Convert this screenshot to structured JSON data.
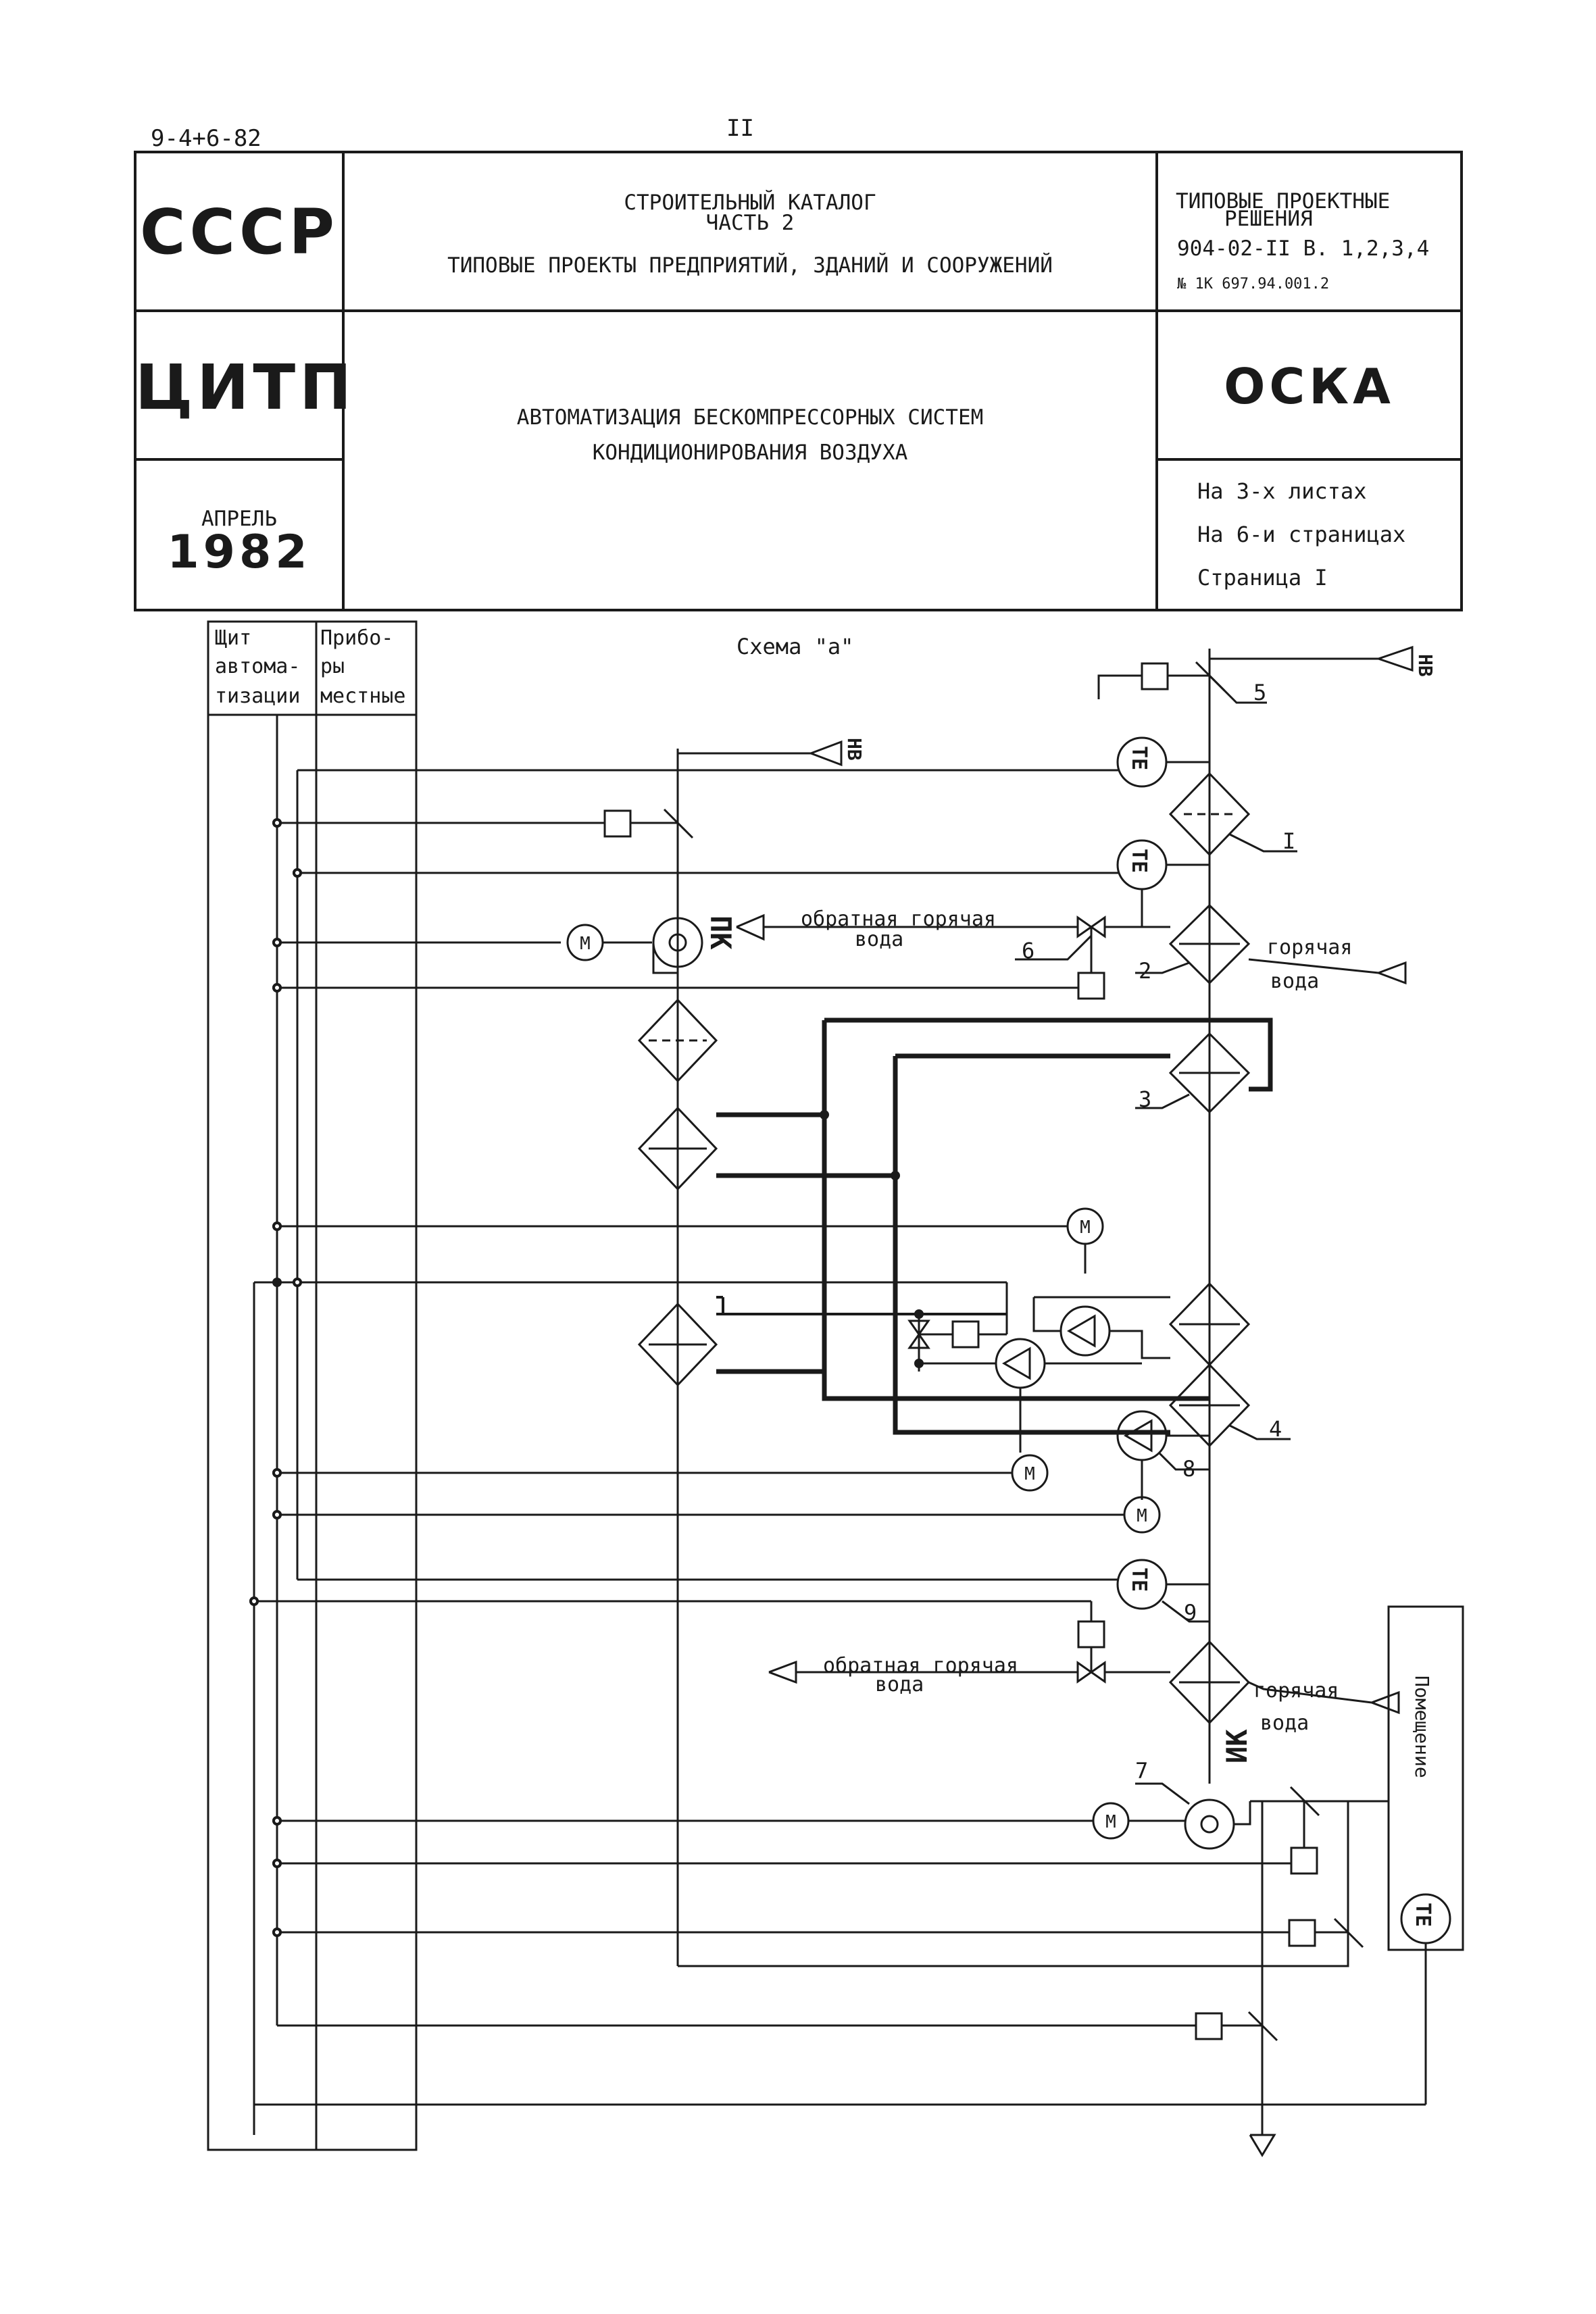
{
  "header": {
    "doc_code": "9-4+6-82",
    "page_number": "II"
  },
  "title_block": {
    "ussr": "СССР",
    "catalog_title": "СТРОИТЕЛЬНЫЙ КАТАЛОГ",
    "catalog_part": "ЧАСТЬ 2",
    "catalog_subtitle": "ТИПОВЫЕ ПРОЕКТЫ ПРЕДПРИЯТИЙ, ЗДАНИЙ И СООРУЖЕНИЙ",
    "typical_solutions_1": "ТИПОВЫЕ ПРОЕКТНЫЕ",
    "typical_solutions_2": "РЕШЕНИЯ",
    "project_code": "904-02-II  В. 1,2,3,4",
    "reg_number": "№ 1К 697.94.001.2",
    "org": "ЦИТП",
    "doc_title_1": "АВТОМАТИЗАЦИЯ  БЕСКОМПРЕССОРНЫХ СИСТЕМ",
    "doc_title_2": "КОНДИЦИОНИРОВАНИЯ ВОЗДУХА",
    "code": "ОСКА",
    "month": "АПРЕЛЬ",
    "year": "1982",
    "sheets": "На 3-х листах",
    "pages": "На 6-и страницах",
    "page": "Страница I"
  },
  "diagram": {
    "col_panel": [
      "Щит",
      "автома-",
      "тизации"
    ],
    "col_local": [
      "Прибо-",
      "ры",
      "местные"
    ],
    "scheme_title": "Схема \"а\"",
    "nv": "НВ",
    "te": "ТЕ",
    "m": "М",
    "pk": "ПК",
    "ik": "ИК",
    "return_hot_water_1": "обратная горячая",
    "return_hot_water_2": "вода",
    "hot_water_1": "горячая",
    "hot_water_2": "вода",
    "room": "Помещение",
    "pos_1": "I",
    "pos_2": "2",
    "pos_3": "3",
    "pos_4": "4",
    "pos_5": "5",
    "pos_6": "6",
    "pos_7": "7",
    "pos_8": "8",
    "pos_9": "9"
  }
}
